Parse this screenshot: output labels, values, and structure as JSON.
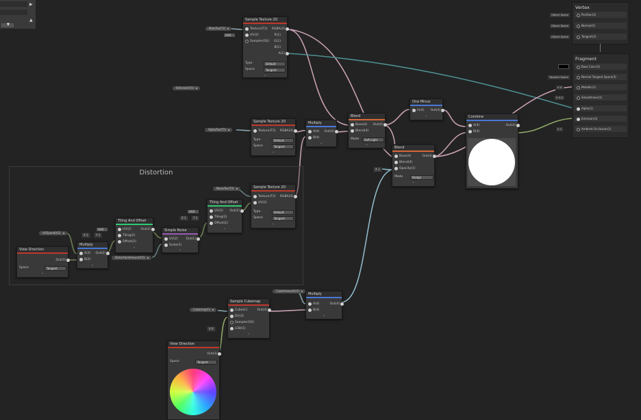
{
  "colors": {
    "canvas": "#232323",
    "texture": "#c0392b",
    "blend": "#d8683a",
    "vector": "#4a78d6",
    "tiling": "#2ecc71",
    "noise": "#9b59b6",
    "uv_wire": "#8fa96a",
    "color_wire": "#c7a0b3",
    "alpha_wire": "#4e8f91",
    "vec_wire": "#8fb8c8"
  },
  "group": {
    "title": "Distortion"
  },
  "properties": {
    "main_tex": "MainTex(T2)",
    "emission": "Emission(V1)",
    "alpha": "AlphaTex(T2)",
    "noise": "NoiseTex(T2)",
    "uv_speed": "UVSpeed(V2)",
    "distortion_strength": "DistortionAmount(V1)",
    "cubemap": "Cubemap(C)",
    "cubemap_amount": "CubeAmount(V1)"
  },
  "nodes": {
    "sample_tex_top": {
      "title": "Sample Texture 2D",
      "in": [
        "Texture(T2)",
        "UV(2)",
        "Sampler(SS)"
      ],
      "out": [
        "RGBA(4)",
        "R(1)",
        "G(1)",
        "B(1)",
        "A(1)"
      ],
      "type_label": "Type",
      "type_value": "Default",
      "space_label": "Space",
      "space_value": "Tangent",
      "uv_sel": "UV0"
    },
    "sample_tex_mid": {
      "title": "Sample Texture 2D",
      "in": [
        "Texture(T2)"
      ],
      "out": [
        "RGBA(4)"
      ],
      "type_label": "Type",
      "type_value": "Default",
      "space_label": "Space",
      "space_value": "Tangent"
    },
    "sample_tex_noise": {
      "title": "Sample Texture 2D",
      "in": [
        "Texture(T2)",
        "UV(2)"
      ],
      "out": [
        "RGBA(4)"
      ],
      "type_label": "Type",
      "type_value": "Default",
      "space_label": "Space",
      "space_value": "Tangent"
    },
    "multiply_a": {
      "title": "Multiply",
      "in": [
        "A(4)",
        "B(4)"
      ],
      "out": [
        "Out(4)"
      ]
    },
    "blend_a": {
      "title": "Blend",
      "in": [
        "Base(4)",
        "Blend(4)"
      ],
      "out": [
        "Out(4)"
      ],
      "mode_label": "Mode",
      "mode_value": "Soft Light"
    },
    "blend_b": {
      "title": "Blend",
      "in": [
        "Base(4)",
        "Blend(4)",
        "Opacity(1)"
      ],
      "out": [
        "Out(4)"
      ],
      "mode_label": "Mode",
      "mode_value": "Dodge",
      "opacity_x": "X",
      "opacity_val": "1"
    },
    "one_minus": {
      "title": "One Minus",
      "in": [
        "In(4)"
      ],
      "out": [
        "Out(4)"
      ]
    },
    "combine": {
      "title": "Combine",
      "in": [
        "A(4)",
        "B(4)"
      ],
      "out": [
        "Out(4)"
      ]
    },
    "tiling_a": {
      "title": "Tiling And Offset",
      "in": [
        "UV(2)",
        "Tiling(2)",
        "Offset(2)"
      ],
      "out": [
        "Out(2)"
      ],
      "uv_sel": "UV0",
      "tx": "X",
      "tx_val": "1",
      "ty": "Y",
      "ty_val": "1"
    },
    "tiling_b": {
      "title": "Tiling And Offset",
      "in": [
        "UV(2)",
        "Tiling(2)",
        "Offset(2)"
      ],
      "out": [
        "Out(2)"
      ],
      "uv_sel": "UV0",
      "tx": "X",
      "tx_val": "1",
      "ty": "Y",
      "ty_val": "1"
    },
    "simple_noise": {
      "title": "Simple Noise",
      "in": [
        "UV(2)",
        "Scale(1)"
      ],
      "out": [
        "Out(1)"
      ]
    },
    "multiply_b": {
      "title": "Multiply",
      "in": [
        "A(2)",
        "B(2)"
      ],
      "out": [
        "Out(2)"
      ]
    },
    "view_dir_a": {
      "title": "View Direction",
      "out": [
        "Out(3)"
      ],
      "space_label": "Space",
      "space_value": "Tangent"
    },
    "cubemap": {
      "title": "Sample Cubemap",
      "in": [
        "Cube(C)",
        "Dir(3)",
        "Sampler(SS)",
        "LOD(1)"
      ],
      "out": [
        "Out(4)"
      ],
      "lod_x": "X",
      "lod_val": "0"
    },
    "multiply_c": {
      "title": "Multiply",
      "in": [
        "A(4)",
        "B(4)"
      ],
      "out": [
        "Out(4)"
      ]
    },
    "view_dir_b": {
      "title": "View Direction",
      "out": [
        "Out(3)"
      ],
      "space_label": "Space",
      "space_value": "Tangent"
    }
  },
  "vertex": {
    "title": "Vertex",
    "rows": [
      {
        "tag": "Object Space",
        "label": "Position(3)"
      },
      {
        "tag": "Object Space",
        "label": "Normal(3)"
      },
      {
        "tag": "Object Space",
        "label": "Tangent(3)"
      }
    ]
  },
  "fragment": {
    "title": "Fragment",
    "rows": [
      {
        "tag": "",
        "label": "Base Color(3)"
      },
      {
        "tag": "Tangent Space",
        "label": "Normal Tangent Space(3)"
      },
      {
        "tag": "X  0",
        "label": "Metallic(1)"
      },
      {
        "tag": "X  0.5",
        "label": "Smoothness(1)"
      },
      {
        "tag": "",
        "label": "Alpha(1)"
      },
      {
        "tag": "",
        "label": "Emission(3)"
      },
      {
        "tag": "X  1",
        "label": "Ambient Occlusion(1)"
      }
    ]
  }
}
